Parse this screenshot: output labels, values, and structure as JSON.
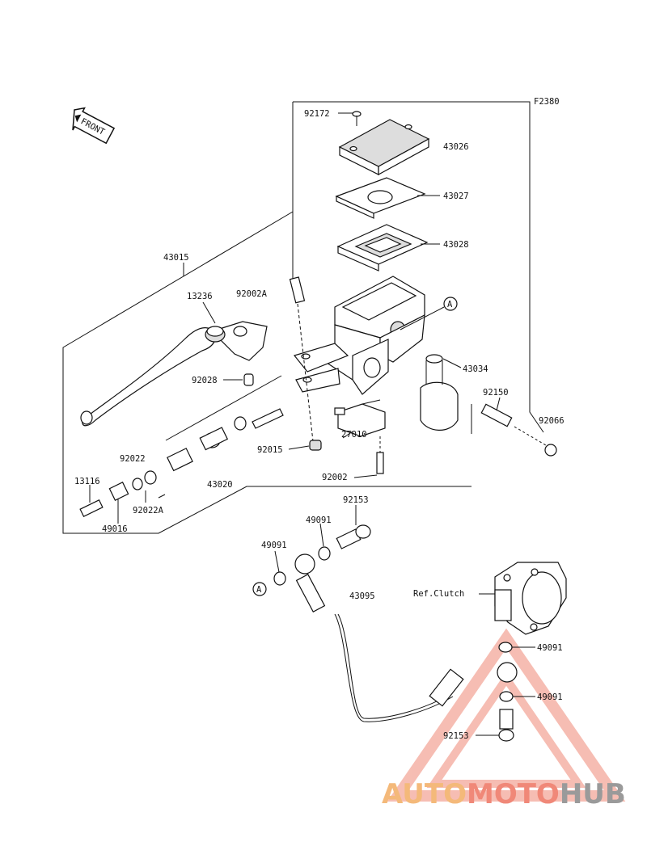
{
  "figure_code": "F2380",
  "front_label": "FRONT",
  "ref_marker": "A",
  "watermark": {
    "part1": "AUTO",
    "part2": "MOTO",
    "part3": "HUB"
  },
  "labels": {
    "p92172": "92172",
    "p43026": "43026",
    "p43027": "43027",
    "p43028": "43028",
    "p43015": "43015",
    "p92002A": "92002A",
    "p13236": "13236",
    "p92028": "92028",
    "p43034": "43034",
    "p92150": "92150",
    "p92066": "92066",
    "p92015": "92015",
    "p27010": "27010",
    "p92002": "92002",
    "p92022": "92022",
    "p13116": "13116",
    "p92022A": "92022A",
    "p43020": "43020",
    "p49016": "49016",
    "p92153a": "92153",
    "p49091a": "49091",
    "p49091b": "49091",
    "p43095": "43095",
    "pRefClutch": "Ref.Clutch",
    "p49091c": "49091",
    "p49091d": "49091",
    "p92153b": "92153"
  }
}
